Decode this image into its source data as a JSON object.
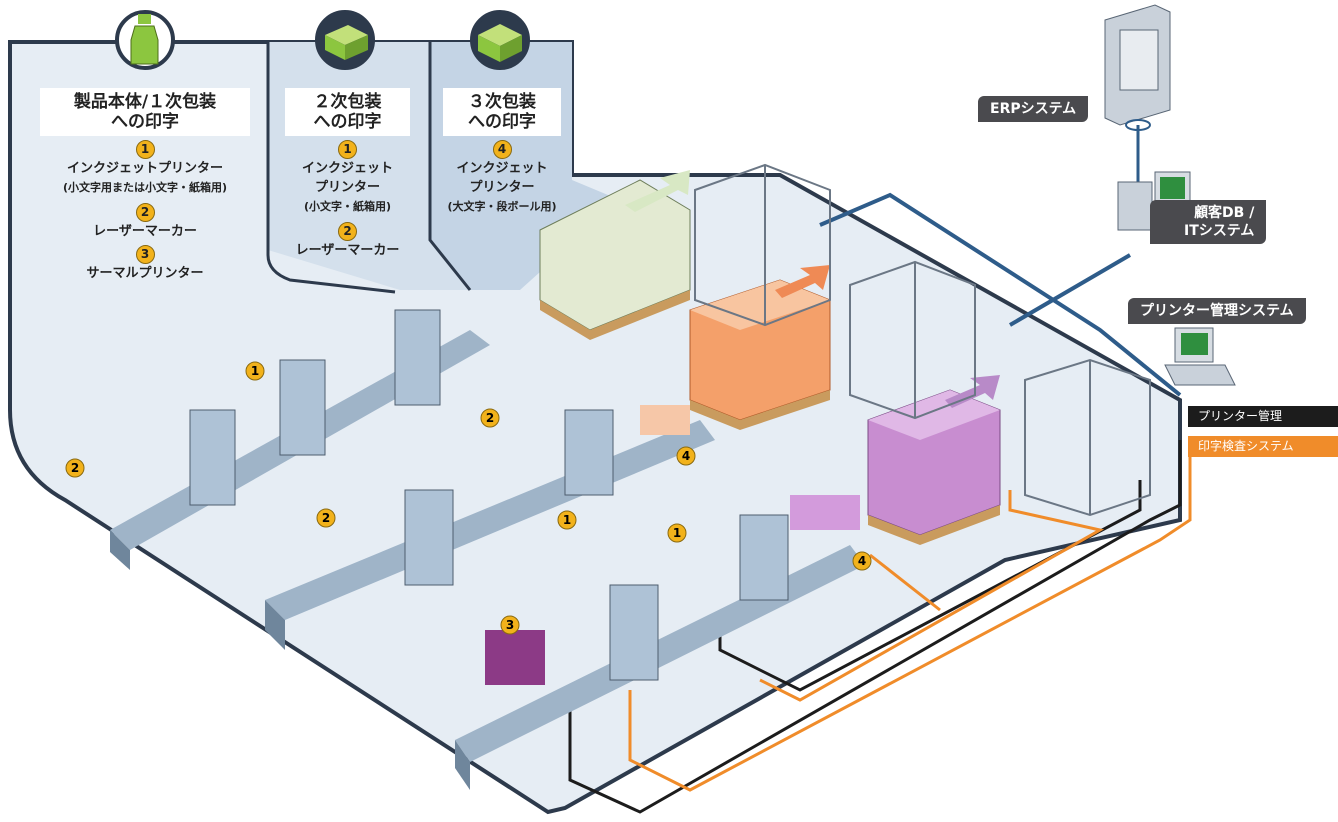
{
  "zones": [
    {
      "title_line1": "製品本体/１次包装",
      "title_line2": "への印字",
      "items": [
        {
          "num": "1",
          "label_lines": [
            "インクジェットプリンター",
            "(小文字用または小文字・紙箱用)"
          ]
        },
        {
          "num": "2",
          "label_lines": [
            "レーザーマーカー"
          ]
        },
        {
          "num": "3",
          "label_lines": [
            "サーマルプリンター"
          ]
        }
      ]
    },
    {
      "title_line1": "２次包装",
      "title_line2": "への印字",
      "items": [
        {
          "num": "1",
          "label_lines": [
            "インクジェット",
            "プリンター",
            "(小文字・紙箱用)"
          ]
        },
        {
          "num": "2",
          "label_lines": [
            "レーザーマーカー"
          ]
        }
      ]
    },
    {
      "title_line1": "３次包装",
      "title_line2": "への印字",
      "items": [
        {
          "num": "4",
          "label_lines": [
            "インクジェット",
            "プリンター",
            "(大文字・段ボール用)"
          ]
        }
      ]
    }
  ],
  "systems": {
    "erp": "ERPシステム",
    "customer_db_line1": "顧客DB /",
    "customer_db_line2": "ITシステム",
    "printer_mgmt": "プリンター管理システム"
  },
  "legend": {
    "printer_mgmt": "プリンター管理",
    "inspection": "印字検査システム"
  },
  "markers": {
    "one": "1",
    "two": "2",
    "three": "3",
    "four": "4"
  },
  "colors": {
    "floor": "#dfe8f1",
    "floor_dark": "#bfd1e3",
    "outline": "#2d3a4c",
    "network_blue": "#2e5c8a",
    "network_orange": "#f08c2a",
    "badge": "#f2b21b",
    "tag_bg": "#4a4a4e",
    "orange_pallet": "#f4a06a",
    "purple_pallet": "#c88dd0",
    "green_pallet": "#dfe8c6",
    "arrow_green": "#d8e8c4",
    "arrow_orange": "#ef8a55",
    "arrow_purple": "#b88ac8"
  },
  "icons": [
    "bottle-icon",
    "box-icon",
    "box-stack-icon"
  ]
}
